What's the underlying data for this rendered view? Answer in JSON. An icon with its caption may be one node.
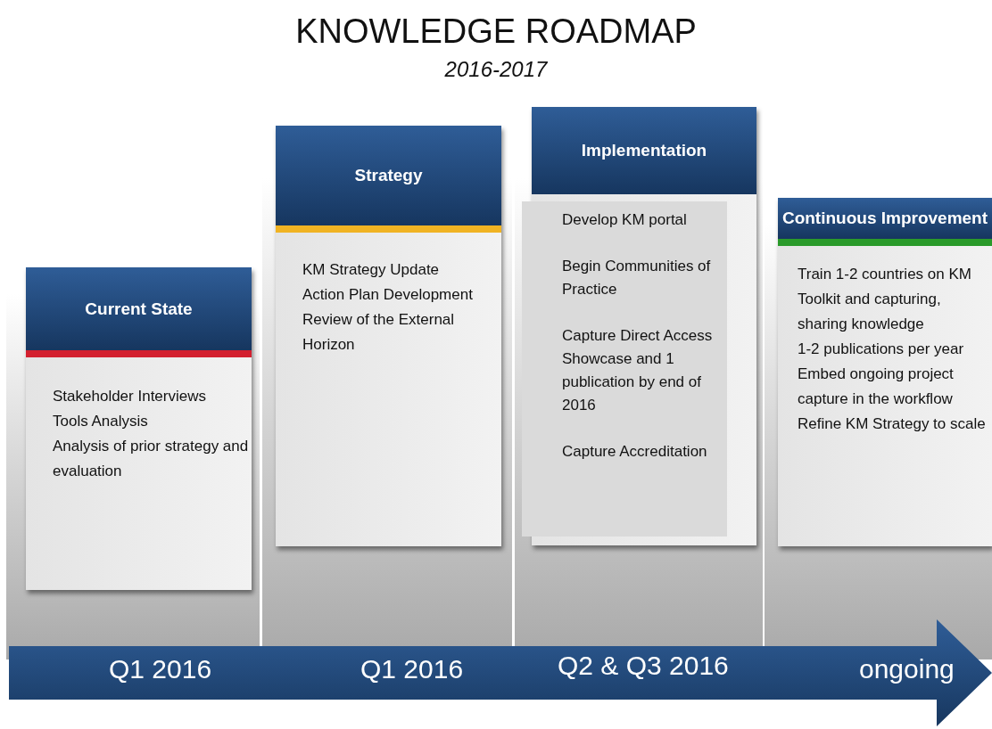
{
  "diagram": {
    "title": "KNOWLEDGE ROADMAP",
    "caption": "2016-2017",
    "nodes": [
      {
        "text": [
          "Current State",
          "Stakeholder Interviews",
          "Tools Analysis",
          "Analysis of prior strategy and evaluation"
        ]
      },
      {
        "text": [
          "Strategy",
          "KM Strategy Update",
          "Action Plan Development",
          "Review of the External Horizon"
        ]
      },
      {
        "text": [
          "Implementation",
          "Develop KM portal",
          "Begin Communities of Practice",
          "Capture Direct Access Showcase and 1 publication by end of 2016",
          "Capture Accreditation"
        ]
      },
      {
        "text": [
          "Continuous Improvement",
          "Train 1-2 countries on KM Toolkit and capturing, sharing knowledge",
          "1-2 publications per year",
          "Embed ongoing project capture in the workflow",
          "Refine KM Strategy to scale"
        ]
      }
    ],
    "labels": [
      "Q1 2016",
      "Q1 2016",
      "Q2 & Q3 2016",
      "ongoing"
    ]
  }
}
